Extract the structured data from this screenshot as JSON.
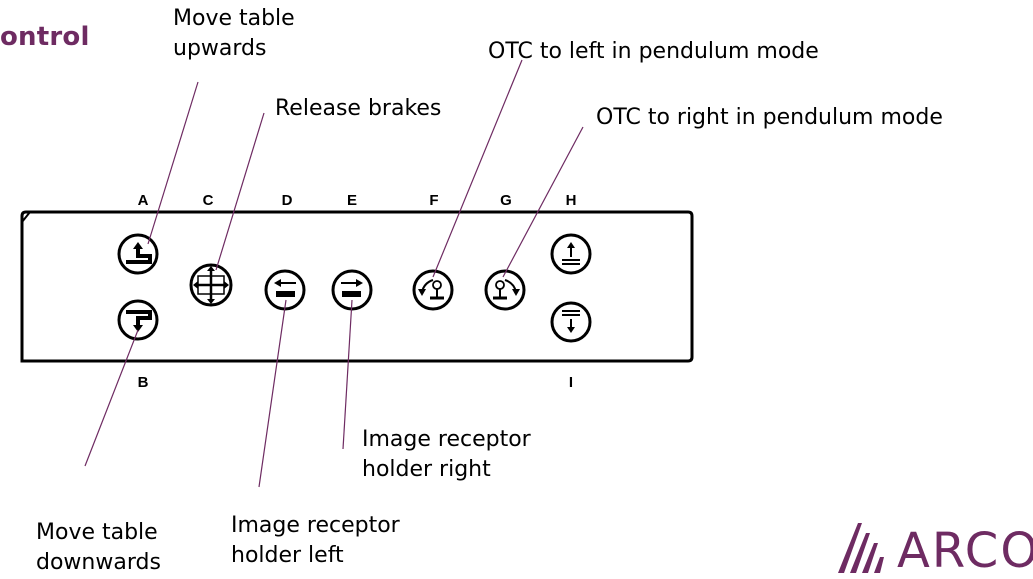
{
  "slide": {
    "title_fragment": "ontrol",
    "brand_text": "ARCO"
  },
  "callouts": {
    "move_up": {
      "line1": "Move table",
      "line2": "upwards"
    },
    "release_brakes": {
      "line1": "Release brakes"
    },
    "otc_left": {
      "line1": "OTC to left in pendulum mode"
    },
    "otc_right": {
      "line1": "OTC to right in pendulum mode"
    },
    "receptor_right": {
      "line1": "Image receptor",
      "line2": "holder right"
    },
    "receptor_left": {
      "line1": "Image receptor",
      "line2": "holder left"
    },
    "move_down": {
      "line1": "Move table",
      "line2": "downwards"
    }
  },
  "panel_keys": {
    "top": [
      "A",
      "C",
      "D",
      "E",
      "F",
      "G",
      "H"
    ],
    "bottom": [
      "B",
      "I"
    ]
  },
  "colors": {
    "brand": "#6e2b62",
    "line": "#6e2b62",
    "ink": "#000000"
  },
  "icons": {
    "A": "table-up-icon",
    "B": "table-down-icon",
    "C": "release-brakes-icon",
    "D": "receptor-left-icon",
    "E": "receptor-right-icon",
    "F": "otc-left-icon",
    "G": "otc-right-icon",
    "H": "arrow-up-icon",
    "I": "arrow-down-icon"
  }
}
